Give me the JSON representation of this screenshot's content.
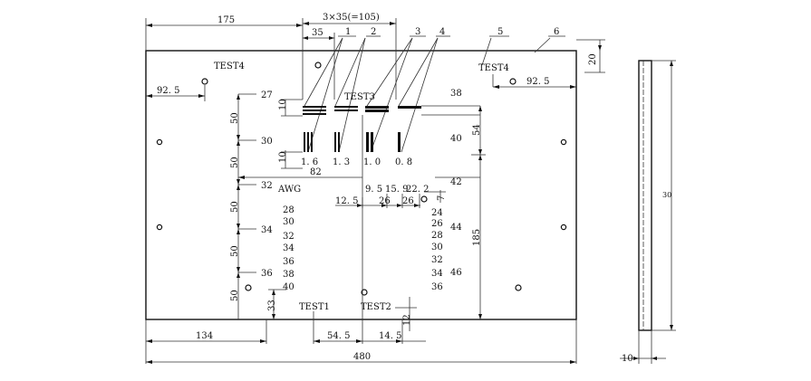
{
  "colors": {
    "line": "#222222",
    "background": "#ffffff"
  },
  "dimensions": {
    "top_175": "175",
    "top_3x35": "3×35(=105)",
    "top_35": "35",
    "right_20": "20",
    "left_92_5": "92. 5",
    "right_92_5": "92. 5",
    "v50_1": "50",
    "v50_2": "50",
    "v50_3": "50",
    "v50_4": "50",
    "v50_5": "50",
    "v10_a": "10",
    "v10_b": "10",
    "d82": "82",
    "d12_5": "12. 5",
    "d9_5": "9. 5",
    "d15_9": "15. 9",
    "d22_2": "22. 2",
    "d26_a": "26",
    "d26_b": "26",
    "d7": "7",
    "d54": "54",
    "d185": "185",
    "d33": "33",
    "d12": "12",
    "d134": "134",
    "d54_5": "54. 5",
    "d14_5": "14. 5",
    "d480": "480",
    "side_30": "30",
    "side_10": "10"
  },
  "callouts": {
    "c1": "1",
    "c2": "2",
    "c3": "3",
    "c4": "4",
    "c5": "5",
    "c6": "6"
  },
  "labels": {
    "test4_left": "TEST4",
    "test4_right": "TEST4",
    "test3": "TEST3",
    "test1": "TEST1",
    "test2": "TEST2",
    "awg": "AWG",
    "g16": "1. 6",
    "g13": "1. 3",
    "g10": "1. 0",
    "g08": "0. 8"
  },
  "left_scale": [
    "27",
    "30",
    "32",
    "34",
    "36"
  ],
  "awg_left": [
    "28",
    "30",
    "32",
    "34",
    "36",
    "38",
    "40"
  ],
  "awg_right": [
    "24",
    "26",
    "28",
    "30",
    "32",
    "34",
    "36"
  ],
  "right_side": [
    "38",
    "40",
    "42",
    "44",
    "46"
  ]
}
